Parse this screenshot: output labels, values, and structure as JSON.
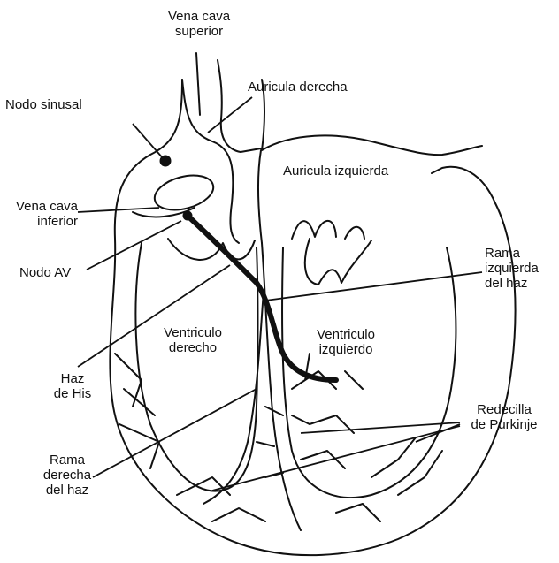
{
  "labels": {
    "vena_cava_superior": [
      "Vena cava",
      "superior"
    ],
    "auricula_derecha": "Auricula derecha",
    "nodo_sinusal": "Nodo sinusal",
    "auricula_izquierda": "Auricula izquierda",
    "vena_cava_inferior": [
      "Vena cava",
      "inferior"
    ],
    "nodo_av": "Nodo AV",
    "rama_izquierda": [
      "Rama",
      "izquierda",
      "del haz"
    ],
    "ventriculo_derecho": [
      "Ventriculo",
      "derecho"
    ],
    "ventriculo_izquierdo": [
      "Ventriculo",
      "izquierdo"
    ],
    "haz_de_his": [
      "Haz",
      "de His"
    ],
    "redecilla_purkinje": [
      "Redecilla",
      "de Purkinje"
    ],
    "rama_derecha": [
      "Rama",
      "derecha",
      "del haz"
    ]
  },
  "colors": {
    "ink": "#111111",
    "background": "#ffffff"
  }
}
